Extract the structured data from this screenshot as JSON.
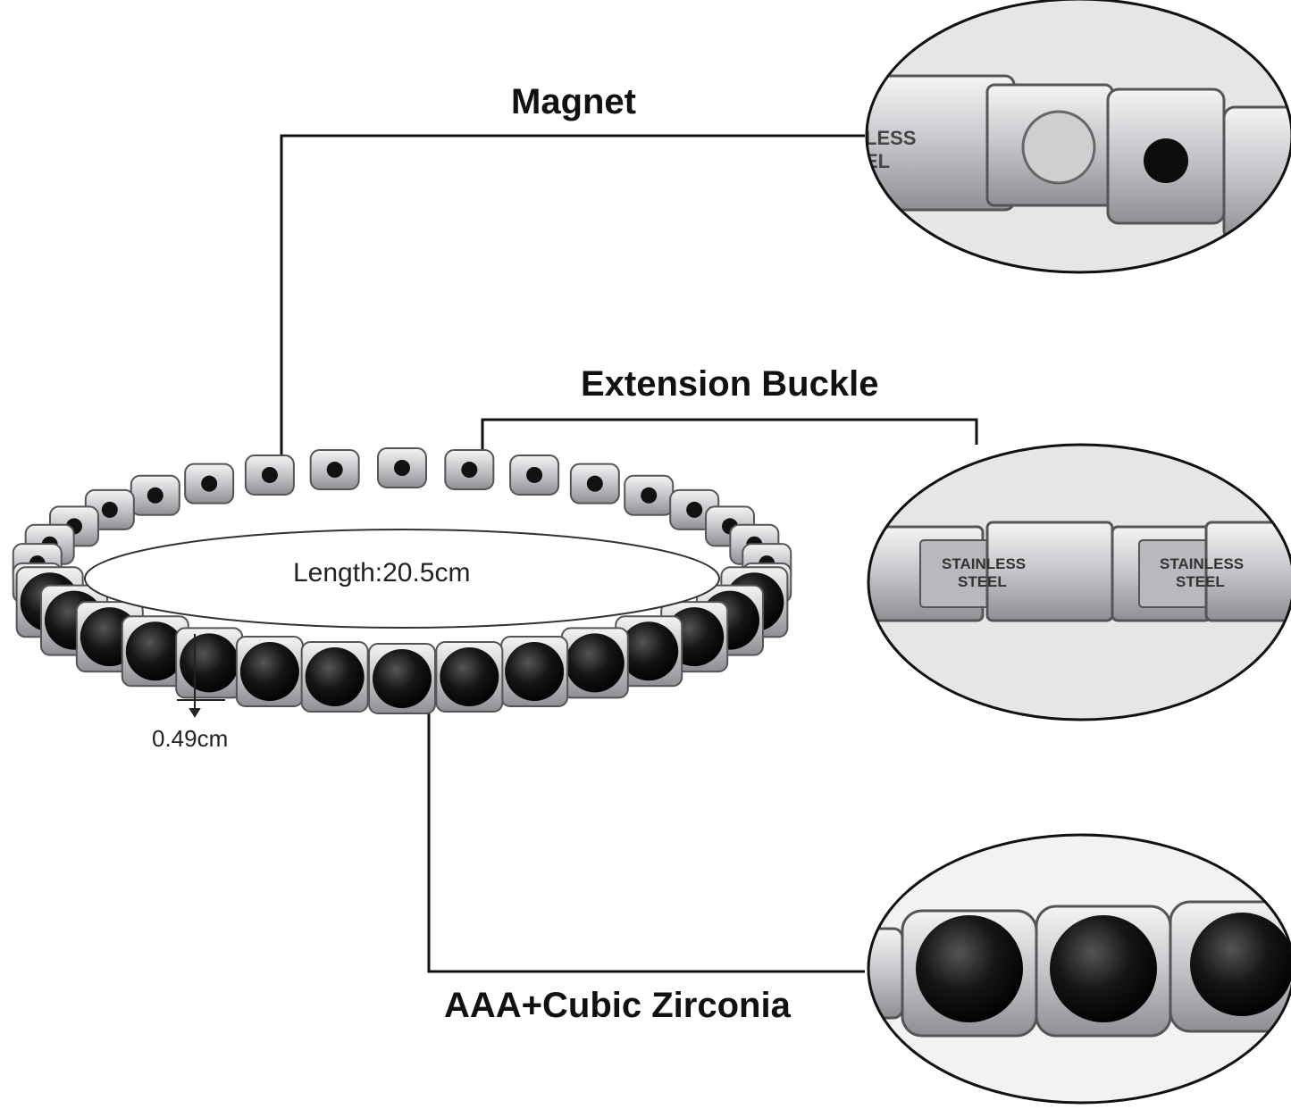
{
  "callouts": {
    "magnet": "Magnet",
    "extension_buckle": "Extension Buckle",
    "stones": "AAA+Cubic Zirconia"
  },
  "measurements": {
    "length": "Length:20.5cm",
    "stone_width": "0.49cm"
  },
  "engraving": "STAINLESS STEEL",
  "colors": {
    "steel": "#c9cacd",
    "stone": "#111111",
    "line": "#111111",
    "lens_bg": "#e6e6e6"
  }
}
